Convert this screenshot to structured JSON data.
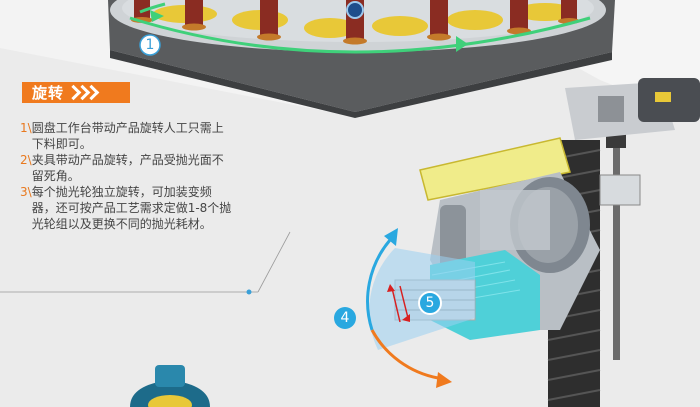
{
  "section": {
    "title": "旋转"
  },
  "description": [
    {
      "num": "1\\",
      "text": "圆盘工作台带动产品旋转人工只需上下料即可。"
    },
    {
      "num": "2\\",
      "text": "夹具带动产品旋转，产品受抛光面不留死角。"
    },
    {
      "num": "3\\",
      "text": "每个抛光轮独立旋转，可加装变频器，还可按产品工艺需求定做1-8个抛光轮组以及更换不同的抛光耗材。"
    }
  ],
  "markers": {
    "m1": "1",
    "m4": "4",
    "m5": "5"
  },
  "colors": {
    "accent": "#f07a1e",
    "blue": "#29a8e0",
    "background": "#ebebeb"
  },
  "icons": [
    "rotation-arrow-icon",
    "double-arrow-icon"
  ]
}
